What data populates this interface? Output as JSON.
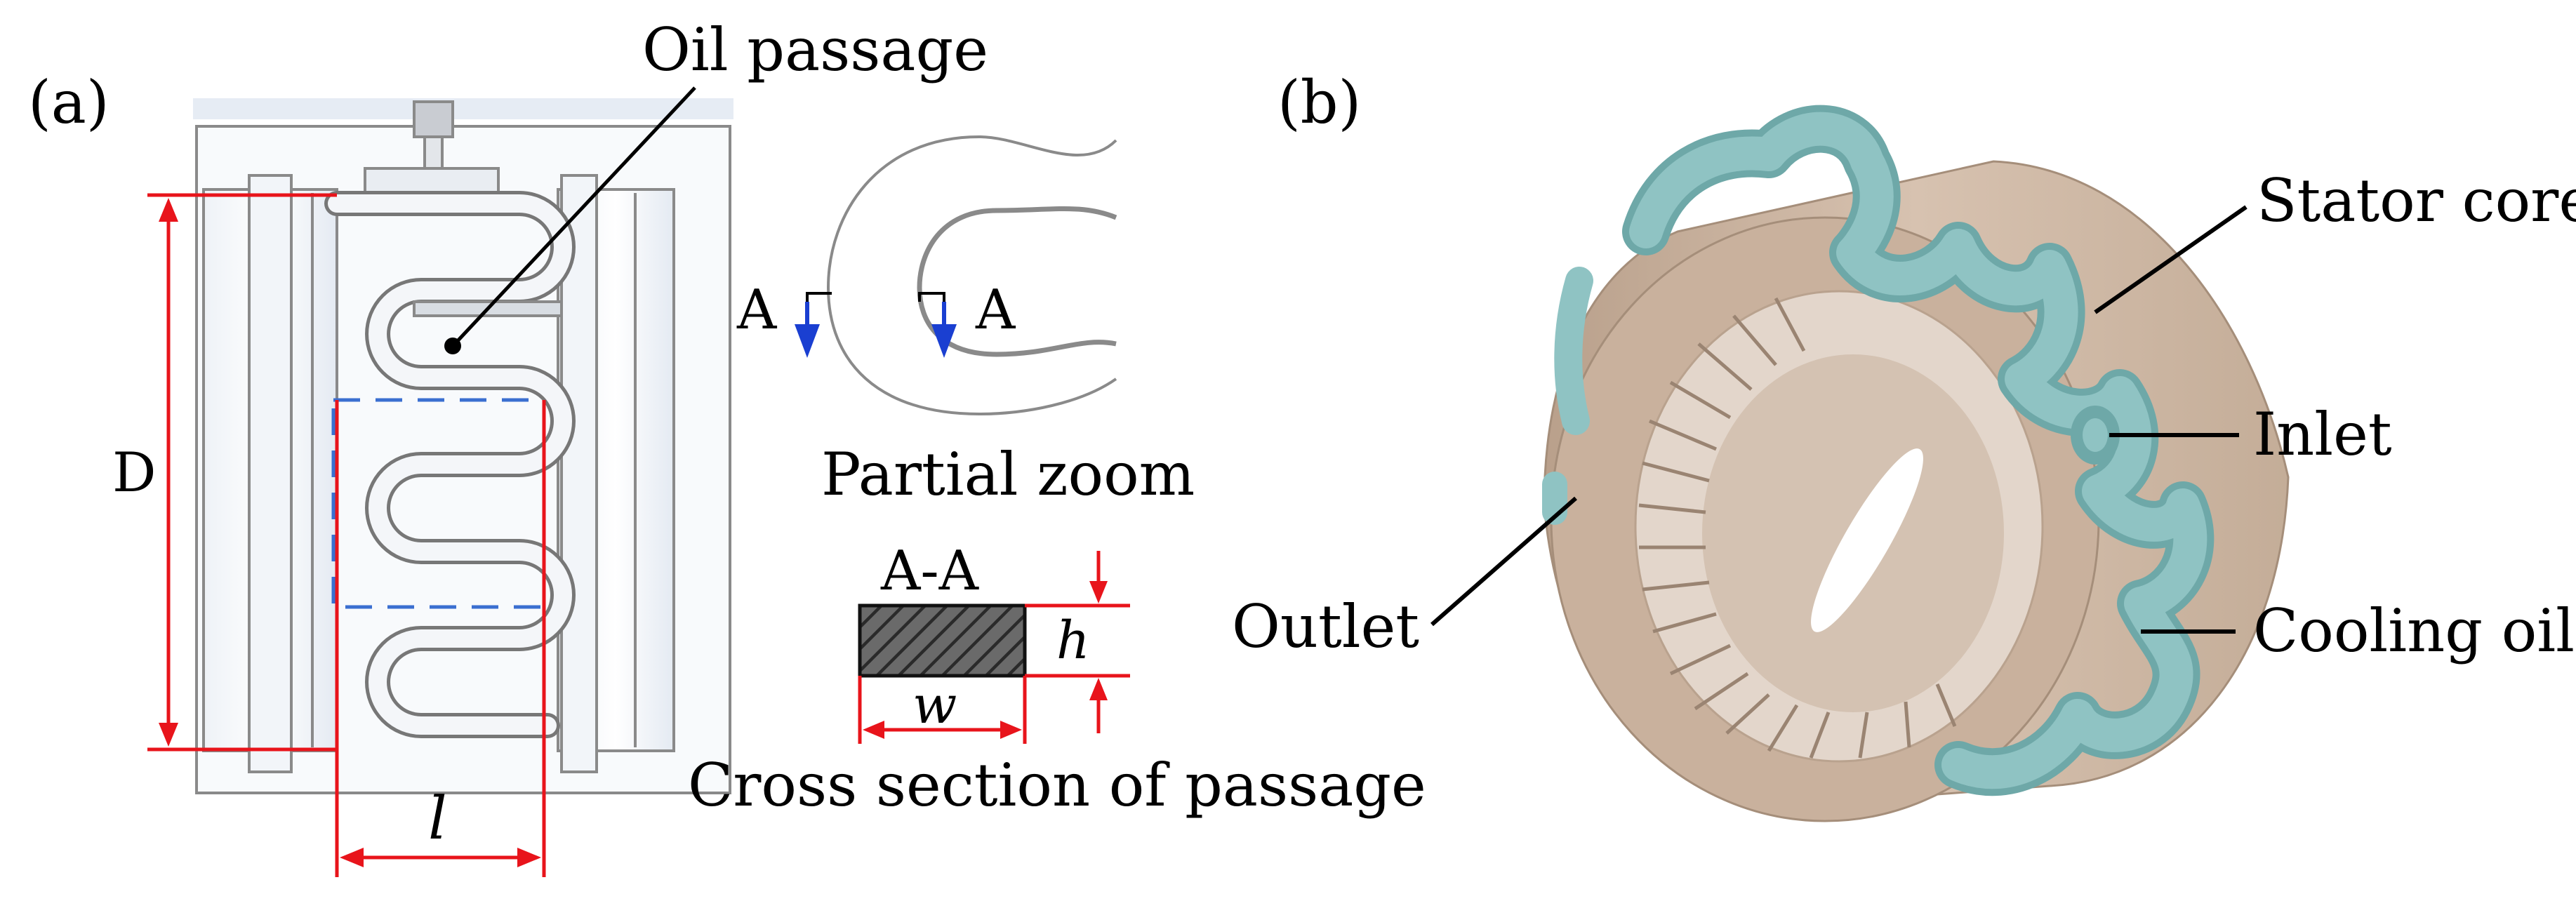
{
  "panel_a": {
    "tag": "(a)",
    "oil_passage": "Oil passage",
    "dim_D": "D",
    "dim_l": "l",
    "section_mark": "A",
    "partial_zoom": "Partial zoom",
    "section_title": "A-A",
    "dim_h": "h",
    "dim_w": "w",
    "cross_section": "Cross section of passage"
  },
  "panel_b": {
    "tag": "(b)",
    "stator_core": "Stator core",
    "inlet": "Inlet",
    "outlet": "Outlet",
    "cooling_oil": "Cooling oil"
  },
  "colors": {
    "dimension": "#e8141b",
    "section_arrow": "#1a3fd1",
    "dash_box": "#3a6fd0",
    "core": "#cdb6a2",
    "core_dark": "#b79f8b",
    "channel": "#8fc3c3",
    "channel_dark": "#6ea8a8",
    "drawing_line": "#8a8a8a"
  }
}
